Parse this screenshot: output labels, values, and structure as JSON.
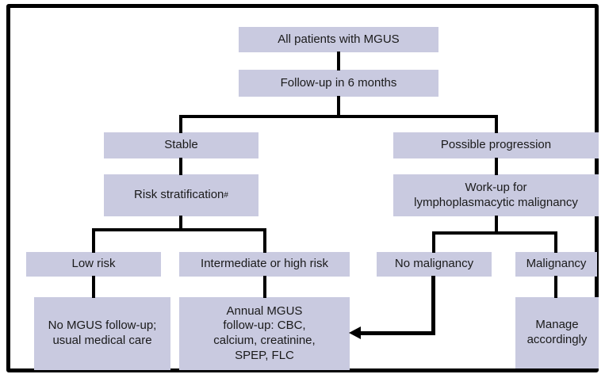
{
  "diagram": {
    "type": "flowchart",
    "description": "Follow-up algorithm for patients with MGUS",
    "colors": {
      "box_fill": "#c9cae0",
      "text": "#1a1a1a",
      "line": "#000000",
      "background": "#ffffff"
    },
    "nodes": {
      "all_patients": {
        "label": "All patients with MGUS"
      },
      "follow_up": {
        "label": "Follow-up in 6 months"
      },
      "stable": {
        "label": "Stable"
      },
      "possible_progression": {
        "label": "Possible progression"
      },
      "risk_stratification": {
        "label": "Risk stratification",
        "sup": "#"
      },
      "workup": {
        "label": "Work-up for\nlymphoplasmacytic malignancy"
      },
      "low_risk": {
        "label": "Low risk"
      },
      "intermediate_high_risk": {
        "label": "Intermediate or high risk"
      },
      "no_malignancy": {
        "label": "No malignancy"
      },
      "malignancy": {
        "label": "Malignancy"
      },
      "no_mgus_follow_up": {
        "label": "No MGUS follow-up;\nusual medical care"
      },
      "annual_follow_up": {
        "label": "Annual MGUS\nfollow-up: CBC,\ncalcium, creatinine,\nSPEP, FLC"
      },
      "manage_accordingly": {
        "label": "Manage\naccordingly"
      }
    },
    "edges": [
      {
        "from": "all_patients",
        "to": "follow_up"
      },
      {
        "from": "follow_up",
        "to": "stable"
      },
      {
        "from": "follow_up",
        "to": "possible_progression"
      },
      {
        "from": "stable",
        "to": "risk_stratification"
      },
      {
        "from": "possible_progression",
        "to": "workup"
      },
      {
        "from": "risk_stratification",
        "to": "low_risk"
      },
      {
        "from": "risk_stratification",
        "to": "intermediate_high_risk"
      },
      {
        "from": "workup",
        "to": "no_malignancy"
      },
      {
        "from": "workup",
        "to": "malignancy"
      },
      {
        "from": "low_risk",
        "to": "no_mgus_follow_up"
      },
      {
        "from": "intermediate_high_risk",
        "to": "annual_follow_up"
      },
      {
        "from": "no_malignancy",
        "to": "annual_follow_up",
        "style": "elbow-arrow"
      },
      {
        "from": "malignancy",
        "to": "manage_accordingly"
      }
    ]
  }
}
